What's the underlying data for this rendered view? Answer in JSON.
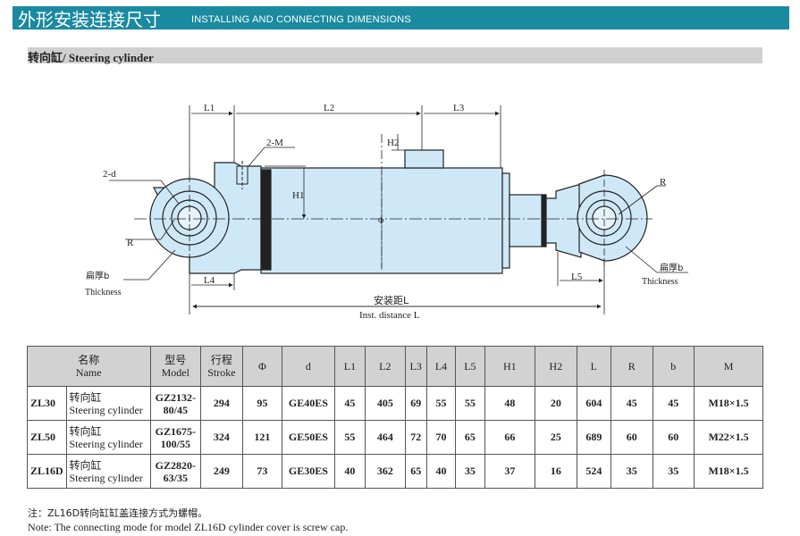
{
  "header": {
    "title_cn": "外形安装连接尺寸",
    "title_en": "INSTALLING AND CONNECTING DIMENSIONS",
    "band_color": "#1a8aa0"
  },
  "section": {
    "title": "转向缸/ Steering cylinder"
  },
  "drawing": {
    "labels": {
      "L1": "L1",
      "L2": "L2",
      "L3": "L3",
      "L4": "L4",
      "L5": "L5",
      "H1": "H1",
      "H2": "H2",
      "M": "2-M",
      "d": "2-d",
      "R_left": "R",
      "R_right": "R",
      "phi": "Φ",
      "thickness_cn_left": "扁厚b",
      "thickness_en_left": "Thickness",
      "thickness_cn_right": "扁厚b",
      "thickness_en_right": "Thickness",
      "inst_cn": "安装距L",
      "inst_en": "Inst. distance L"
    },
    "body_color": "#cfe8f8"
  },
  "table": {
    "headers": [
      {
        "cn": "名称",
        "en": "Name"
      },
      {
        "cn": "型号",
        "en": "Model"
      },
      {
        "cn": "行程",
        "en": "Stroke"
      },
      {
        "cn": "Φ"
      },
      {
        "cn": "d"
      },
      {
        "cn": "L1"
      },
      {
        "cn": "L2"
      },
      {
        "cn": "L3"
      },
      {
        "cn": "L4"
      },
      {
        "cn": "L5"
      },
      {
        "cn": "H1"
      },
      {
        "cn": "H2"
      },
      {
        "cn": "L"
      },
      {
        "cn": "R"
      },
      {
        "cn": "b"
      },
      {
        "cn": "M"
      }
    ],
    "rows": [
      {
        "type": "ZL30",
        "name_cn": "转向缸",
        "name_en": "Steering cylinder",
        "model1": "GZ2132-",
        "model2": "80/45",
        "stroke": "294",
        "phi": "95",
        "d": "GE40ES",
        "L1": "45",
        "L2": "405",
        "L3": "69",
        "L4": "55",
        "L5": "55",
        "H1": "48",
        "H2": "20",
        "L": "604",
        "R": "45",
        "b": "45",
        "M": "M18×1.5"
      },
      {
        "type": "ZL50",
        "name_cn": "转向缸",
        "name_en": "Steering cylinder",
        "model1": "GZ1675-",
        "model2": "100/55",
        "stroke": "324",
        "phi": "121",
        "d": "GE50ES",
        "L1": "55",
        "L2": "464",
        "L3": "72",
        "L4": "70",
        "L5": "65",
        "H1": "66",
        "H2": "25",
        "L": "689",
        "R": "60",
        "b": "60",
        "M": "M22×1.5"
      },
      {
        "type": "ZL16D",
        "name_cn": "转向缸",
        "name_en": "Steering cylinder",
        "model1": "GZ2820-",
        "model2": "63/35",
        "stroke": "249",
        "phi": "73",
        "d": "GE30ES",
        "L1": "40",
        "L2": "362",
        "L3": "65",
        "L4": "40",
        "L5": "35",
        "H1": "37",
        "H2": "16",
        "L": "524",
        "R": "35",
        "b": "35",
        "M": "M18×1.5"
      }
    ]
  },
  "notes": {
    "cn": "注：ZL16D转向缸缸盖连接方式为螺帽。",
    "en": "Note: The connecting mode for model ZL16D cylinder cover is screw cap."
  }
}
